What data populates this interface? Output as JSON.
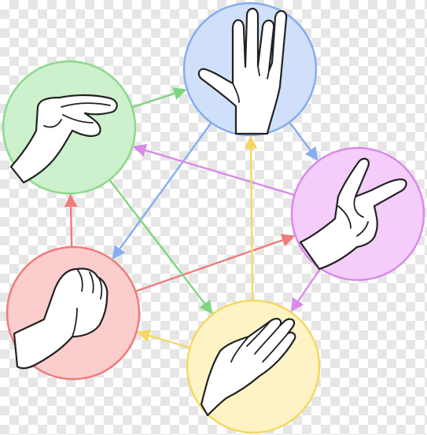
{
  "nodes": [
    {
      "id": "spock",
      "gesture": "spock-hand-icon",
      "fill": "#d0e0fb",
      "stroke": "#86adee"
    },
    {
      "id": "lizard",
      "gesture": "lizard-hand-icon",
      "fill": "#cdf0cd",
      "stroke": "#8bd98b"
    },
    {
      "id": "scissors",
      "gesture": "scissors-hand-icon",
      "fill": "#f4cdfb",
      "stroke": "#d98ae9"
    },
    {
      "id": "rock",
      "gesture": "rock-fist-icon",
      "fill": "#fbcdcd",
      "stroke": "#ef7b7b"
    },
    {
      "id": "paper",
      "gesture": "paper-hand-icon",
      "fill": "#fdf3c4",
      "stroke": "#f4d862"
    }
  ],
  "edges": [
    {
      "from": "lizard",
      "to": "spock",
      "color": "#7fd67f"
    },
    {
      "from": "spock",
      "to": "scissors",
      "color": "#86adee"
    },
    {
      "from": "spock",
      "to": "rock",
      "color": "#86adee"
    },
    {
      "from": "scissors",
      "to": "lizard",
      "color": "#d98ae9"
    },
    {
      "from": "scissors",
      "to": "paper",
      "color": "#d98ae9"
    },
    {
      "from": "rock",
      "to": "lizard",
      "color": "#ef7b7b"
    },
    {
      "from": "rock",
      "to": "scissors",
      "color": "#ef7b7b"
    },
    {
      "from": "lizard",
      "to": "paper",
      "color": "#7fd67f"
    },
    {
      "from": "paper",
      "to": "rock",
      "color": "#f4d862"
    },
    {
      "from": "paper",
      "to": "spock",
      "color": "#f4d862"
    }
  ]
}
